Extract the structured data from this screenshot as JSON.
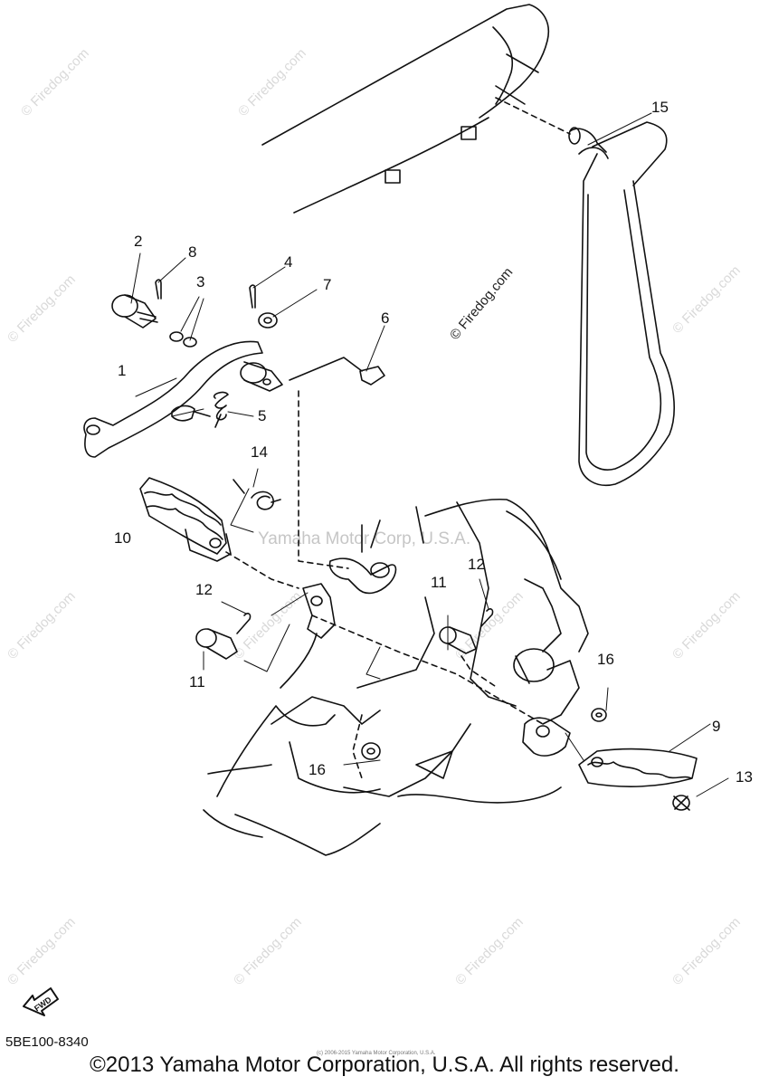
{
  "watermarks": {
    "firedog": "© Firedog.com",
    "firedog_center": "© Firedog.com",
    "yamaha_center": "Yamaha Motor Corp, U.S.A."
  },
  "callouts": [
    "1",
    "2",
    "3",
    "4",
    "5",
    "6",
    "7",
    "8",
    "9",
    "10",
    "11",
    "11",
    "12",
    "12",
    "13",
    "14",
    "15",
    "16",
    "16"
  ],
  "fwd_label": "FWD",
  "diagram_code": "5BE100-8340",
  "tiny_notice": "(c) 2006-2015 Yamaha Motor Corporation, U.S.A.",
  "copyright": "©2013 Yamaha Motor Corporation, U.S.A. All rights reserved."
}
